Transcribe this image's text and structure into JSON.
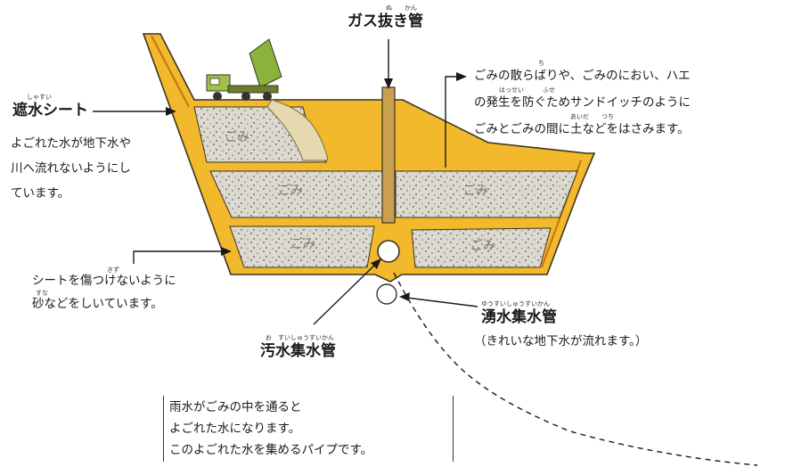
{
  "labels": {
    "gas_pipe": "ガス抜き管",
    "gas_pipe_ruby": "ぬ　　かん",
    "cover": [
      "ごみの散らばりや、ごみのにおい、ハエ",
      "の発生を防ぐためサンドイッチのように",
      "ごみとごみの間に土などをはさみます。"
    ],
    "cover_ruby": [
      "ち",
      "はっせい　　　ふせ",
      "あいだ　　つち"
    ],
    "liner_title": "遮水シート",
    "liner_ruby": "しゃすい",
    "liner_desc": [
      "よごれた水が地下水や",
      "川へ流れないようにし",
      "ています。"
    ],
    "sand": [
      "シートを傷つけないように",
      "砂などをしいています。"
    ],
    "sand_ruby": [
      "きず",
      "すな"
    ],
    "groundwater_title": "湧水集水管",
    "groundwater_ruby": "ゆうすいしゅうすいかん",
    "groundwater_desc": "（きれいな地下水が流れます。）",
    "leachate_title": "汚水集水管",
    "leachate_ruby": "お　すいしゅうすいかん",
    "leachate_desc": [
      "雨水がごみの中を通ると",
      "よごれた水になります。",
      "このよごれた水を集めるパイプです。"
    ],
    "gomi": "ごみ"
  },
  "colors": {
    "yellow": "#f1b92b",
    "orange_edge": "#c8701c",
    "garbage": "#d9d6cc",
    "outline": "#3d3323",
    "truck_body": "#9fc24a",
    "truck_bed": "#8bb23a"
  }
}
